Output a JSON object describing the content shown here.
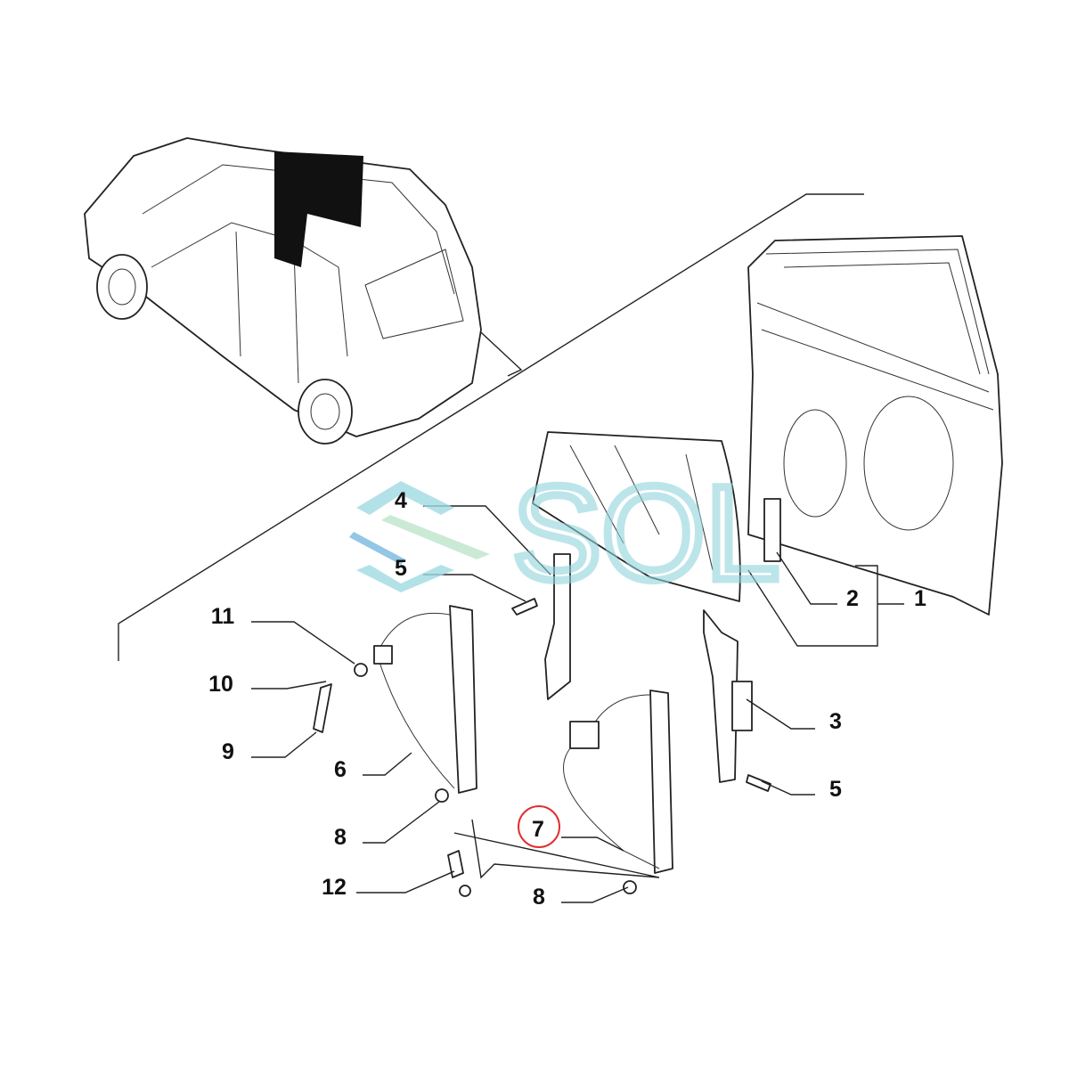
{
  "diagram": {
    "title": "Rear door window regulator exploded parts diagram",
    "watermark": "SOL",
    "highlight_color": "#e03030",
    "callouts": [
      {
        "id": "c1",
        "label": "1"
      },
      {
        "id": "c2",
        "label": "2"
      },
      {
        "id": "c3",
        "label": "3"
      },
      {
        "id": "c4",
        "label": "4"
      },
      {
        "id": "c5a",
        "label": "5"
      },
      {
        "id": "c5b",
        "label": "5"
      },
      {
        "id": "c6",
        "label": "6"
      },
      {
        "id": "c7",
        "label": "7"
      },
      {
        "id": "c8a",
        "label": "8"
      },
      {
        "id": "c8b",
        "label": "8"
      },
      {
        "id": "c9",
        "label": "9"
      },
      {
        "id": "c10",
        "label": "10"
      },
      {
        "id": "c11",
        "label": "11"
      },
      {
        "id": "c12",
        "label": "12"
      }
    ]
  }
}
